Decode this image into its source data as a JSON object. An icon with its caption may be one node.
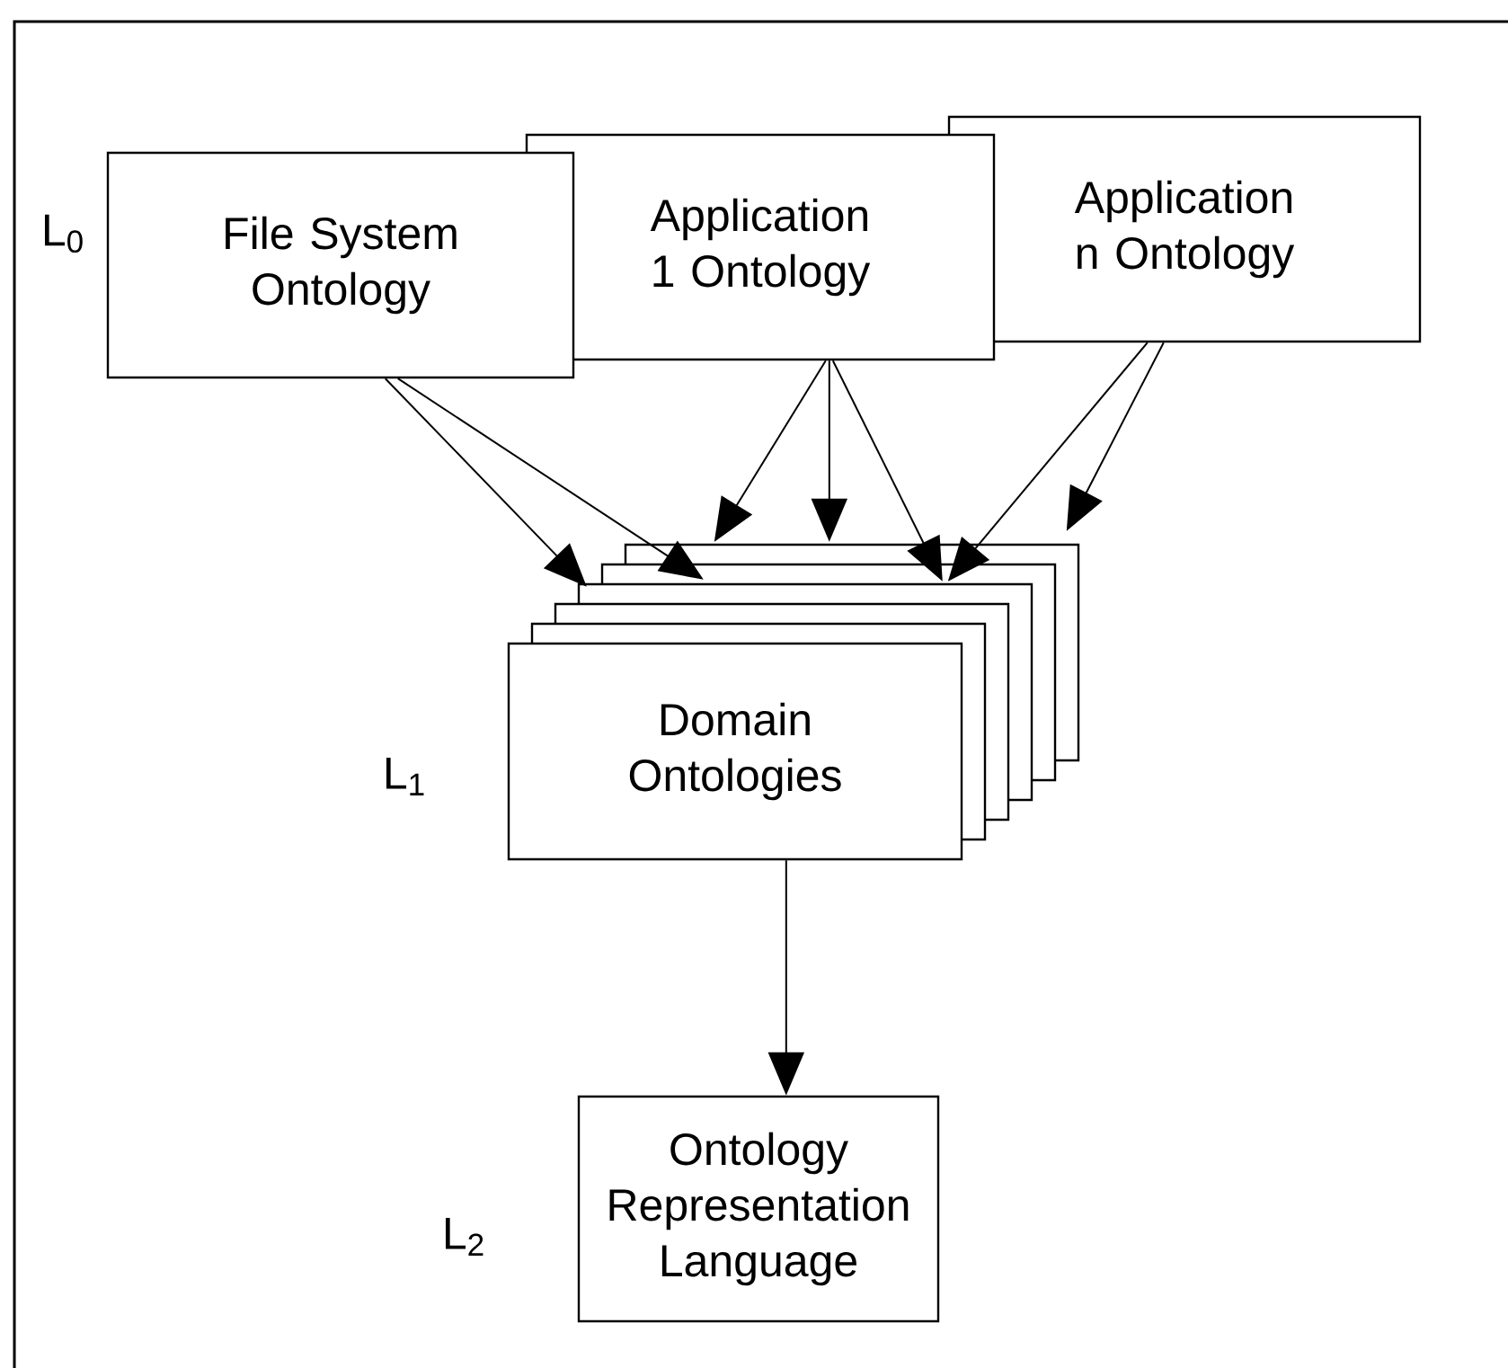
{
  "diagram": {
    "nodes": [
      {
        "text": [
          "File System Ontology"
        ]
      },
      {
        "text": [
          "Application 1 Ontology"
        ]
      },
      {
        "text": [
          "Application n Ontology"
        ]
      },
      {
        "text": [
          "Domain Ontologies"
        ]
      },
      {
        "text": [
          "Ontology Representation Language"
        ]
      }
    ],
    "edges": [
      {
        "from": 0,
        "to": 3,
        "arrow": "to"
      },
      {
        "from": 0,
        "to": 3,
        "arrow": "to"
      },
      {
        "from": 1,
        "to": 3,
        "arrow": "to"
      },
      {
        "from": 1,
        "to": 3,
        "arrow": "to"
      },
      {
        "from": 1,
        "to": 3,
        "arrow": "to"
      },
      {
        "from": 2,
        "to": 3,
        "arrow": "to"
      },
      {
        "from": 2,
        "to": 3,
        "arrow": "to"
      },
      {
        "from": 3,
        "to": 4,
        "arrow": "to"
      }
    ],
    "labels": [
      "L$_{0}$",
      "L$_{1}$",
      "L$_{2}$"
    ]
  }
}
